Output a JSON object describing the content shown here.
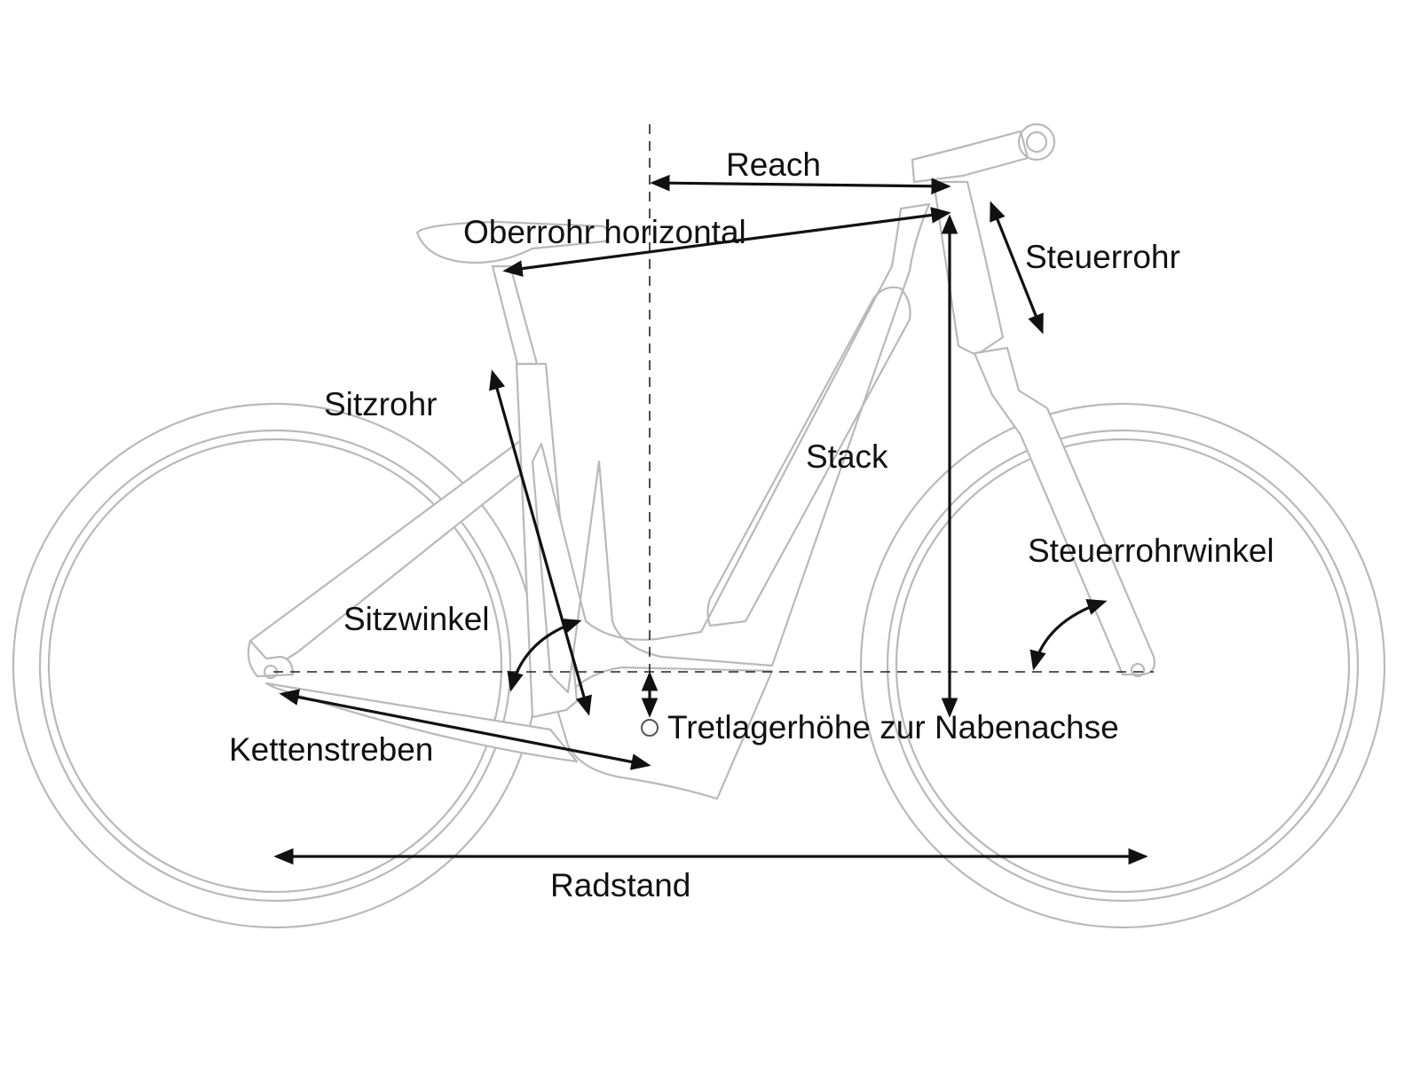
{
  "diagram": {
    "labels": {
      "reach": "Reach",
      "top_tube_horizontal": "Oberrohr horizontal",
      "head_tube": "Steuerrohr",
      "seat_tube": "Sitzrohr",
      "stack": "Stack",
      "head_tube_angle": "Steuerrohrwinkel",
      "seat_angle": "Sitzwinkel",
      "chainstays": "Kettenstreben",
      "bb_drop": "Tretlagerhöhe zur Nabenachse",
      "wheelbase": "Radstand"
    },
    "colors": {
      "bike_outline": "#b9b9b9",
      "dimension_lines": "#111111",
      "background": "#ffffff"
    }
  }
}
